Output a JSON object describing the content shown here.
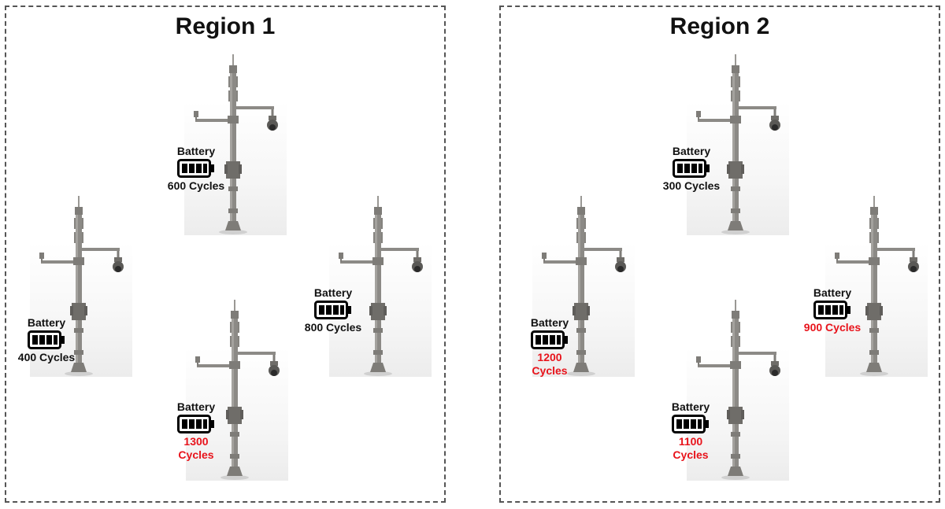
{
  "colors": {
    "normal_text": "#111111",
    "over_limit_text": "#e8131b",
    "pole": "#8c8a86",
    "border": "#555555"
  },
  "regions": [
    {
      "title": "Region 1",
      "poles": [
        {
          "battery_label": "Battery",
          "cycles": "600 Cycles",
          "status": "normal"
        },
        {
          "battery_label": "Battery",
          "cycles": "400 Cycles",
          "status": "normal"
        },
        {
          "battery_label": "Battery",
          "cycles": "800 Cycles",
          "status": "normal"
        },
        {
          "battery_label": "Battery",
          "cycles": "1300\nCycles",
          "status": "over"
        }
      ]
    },
    {
      "title": "Region 2",
      "poles": [
        {
          "battery_label": "Battery",
          "cycles": "300 Cycles",
          "status": "normal"
        },
        {
          "battery_label": "Battery",
          "cycles": "1200\nCycles",
          "status": "over"
        },
        {
          "battery_label": "Battery",
          "cycles": "900 Cycles",
          "status": "over"
        },
        {
          "battery_label": "Battery",
          "cycles": "1100\nCycles",
          "status": "over"
        }
      ]
    }
  ]
}
